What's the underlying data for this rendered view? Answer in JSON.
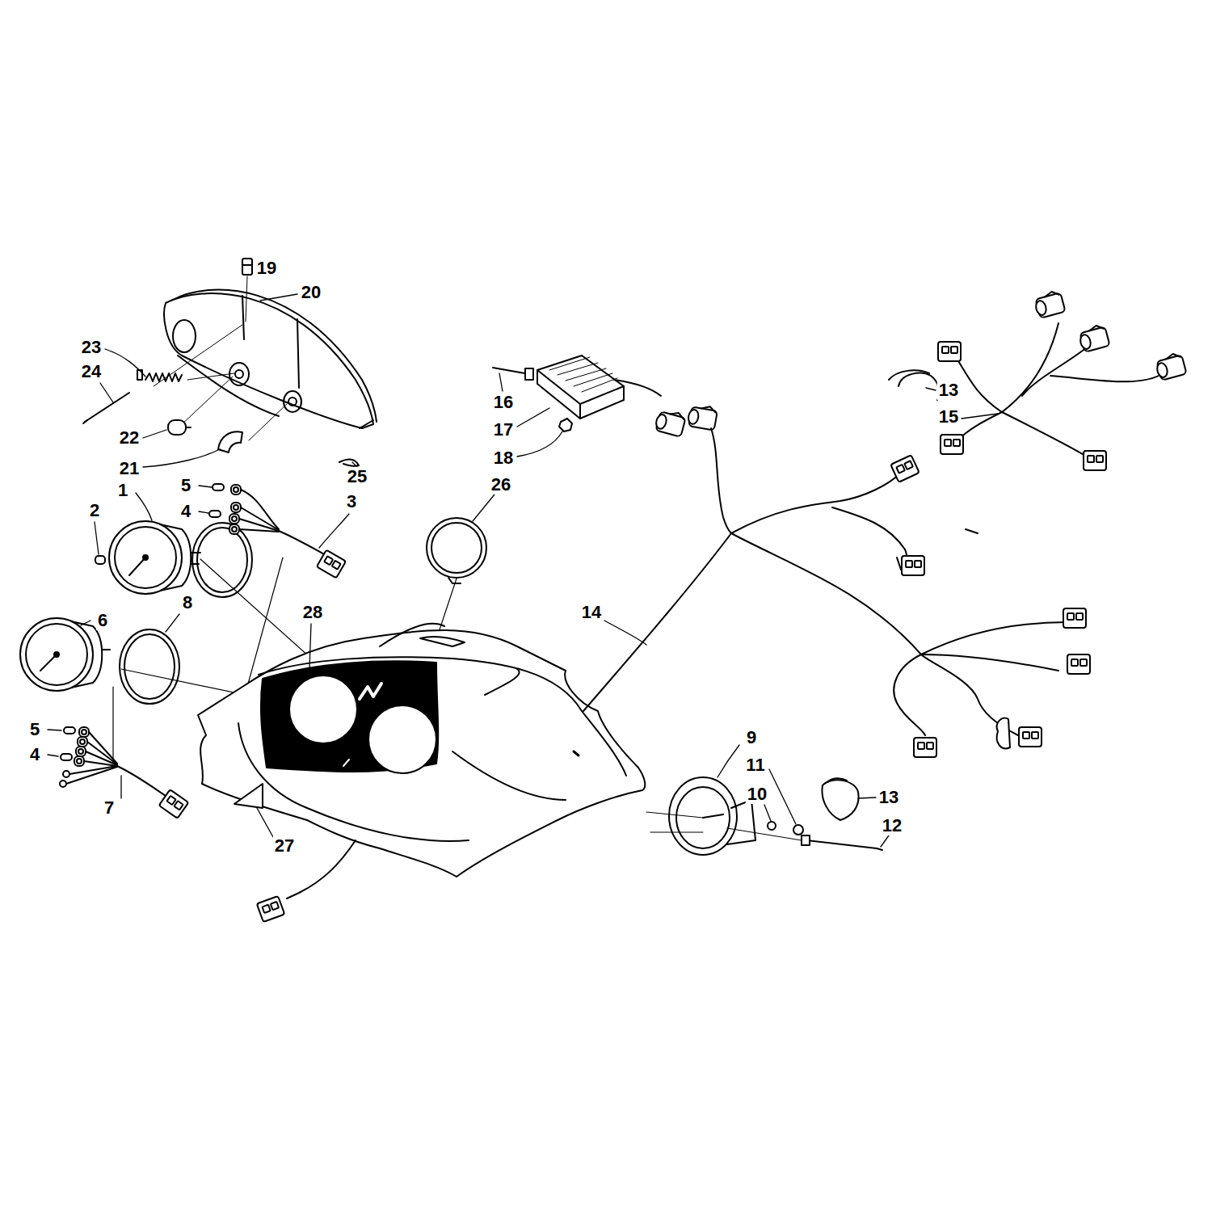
{
  "diagram": {
    "labels": [
      "19",
      "20",
      "23",
      "24",
      "22",
      "21",
      "25",
      "5",
      "4",
      "1",
      "2",
      "3",
      "16",
      "17",
      "18",
      "26",
      "13",
      "15",
      "14",
      "6",
      "8",
      "28",
      "5",
      "4",
      "7",
      "27",
      "9",
      "11",
      "10",
      "13",
      "12"
    ]
  }
}
